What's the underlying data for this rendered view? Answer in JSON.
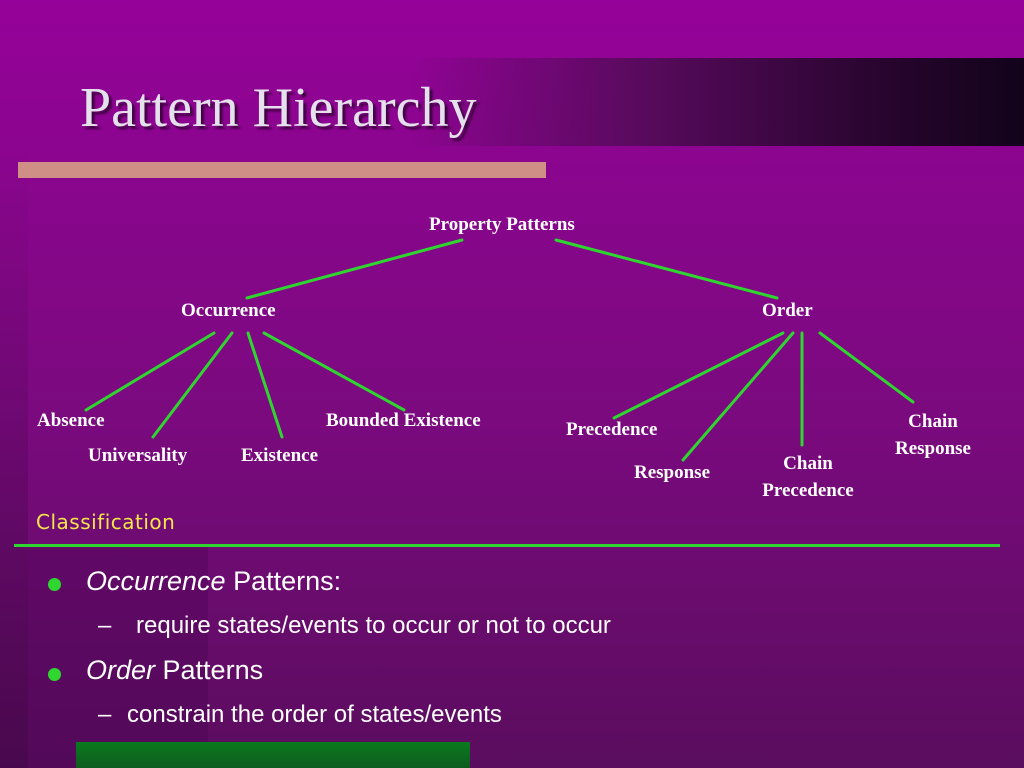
{
  "title": "Pattern Hierarchy",
  "tree": {
    "root": "Property Patterns",
    "occurrence": "Occurrence",
    "order": "Order",
    "absence": "Absence",
    "universality": "Universality",
    "existence": "Existence",
    "bounded_existence": "Bounded Existence",
    "precedence": "Precedence",
    "response": "Response",
    "chain_precedence_1": "Chain",
    "chain_precedence_2": "Precedence",
    "chain_response_1": "Chain",
    "chain_response_2": "Response"
  },
  "subtitle": "Classification",
  "bullets": [
    {
      "em": "Occurrence",
      "rest": " Patterns:",
      "sub": "require states/events to occur or not to occur"
    },
    {
      "em": "Order",
      "rest": " Patterns",
      "sub": "constrain the order of states/events"
    }
  ],
  "dash": "–",
  "colors": {
    "background": "#950299",
    "connector": "#2fd62f",
    "subtitle": "#f6e64a",
    "accent_bar": "#cf8f86"
  }
}
